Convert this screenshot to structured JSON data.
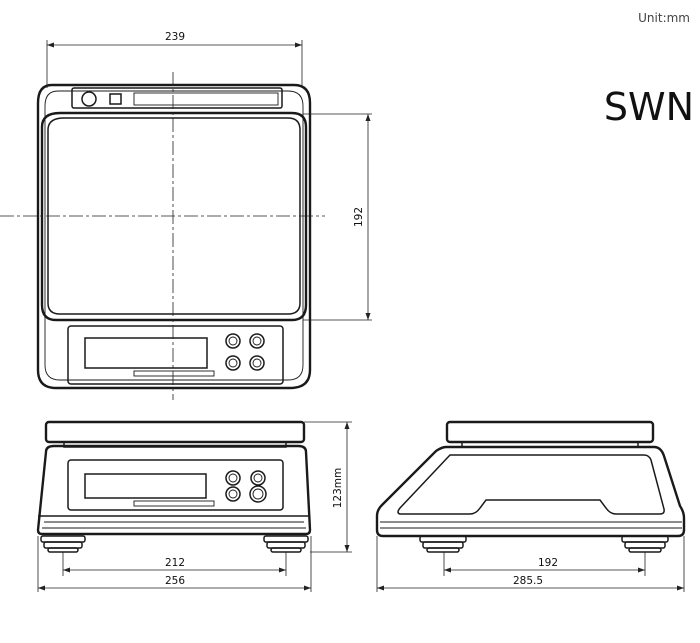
{
  "unit_label": "Unit:mm",
  "model_name": "SWN",
  "dimensions": {
    "top_width": "239",
    "top_depth": "192",
    "front_height": "123mm",
    "front_foot_span": "212",
    "front_total_width": "256",
    "side_foot_span": "192",
    "side_total_depth": "285.5"
  }
}
